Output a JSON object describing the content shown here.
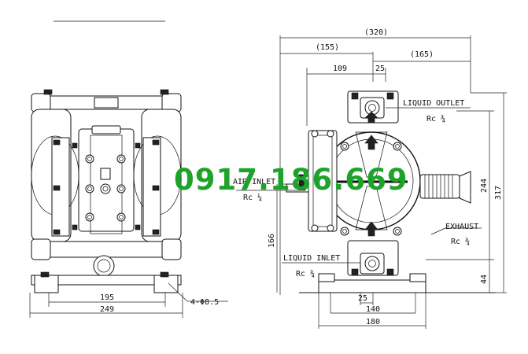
{
  "watermark": "0917.186.669",
  "front_view": {
    "dim_bolt_span": "195",
    "dim_overall_width": "249",
    "hole_callout": "4-Φ8.5"
  },
  "side_view": {
    "dim_total_width": "(320)",
    "dim_left_part": "(155)",
    "dim_right_part": "(165)",
    "dim_109": "109",
    "dim_25_top": "25",
    "dim_25_bottom": "25",
    "dim_140": "140",
    "dim_180": "180",
    "dim_317": "317",
    "dim_244": "244",
    "dim_166": "166",
    "dim_44": "44",
    "liquid_outlet_label": "LIQUID OUTLET",
    "liquid_outlet_thread": "Rc ¾",
    "air_inlet_label": "AIR INLET",
    "air_inlet_thread": "Rc ¼",
    "exhaust_label": "EXHAUST",
    "exhaust_thread": "Rc ¾",
    "liquid_inlet_label": "LIQUID INLET",
    "liquid_inlet_thread": "Rc ¾"
  }
}
